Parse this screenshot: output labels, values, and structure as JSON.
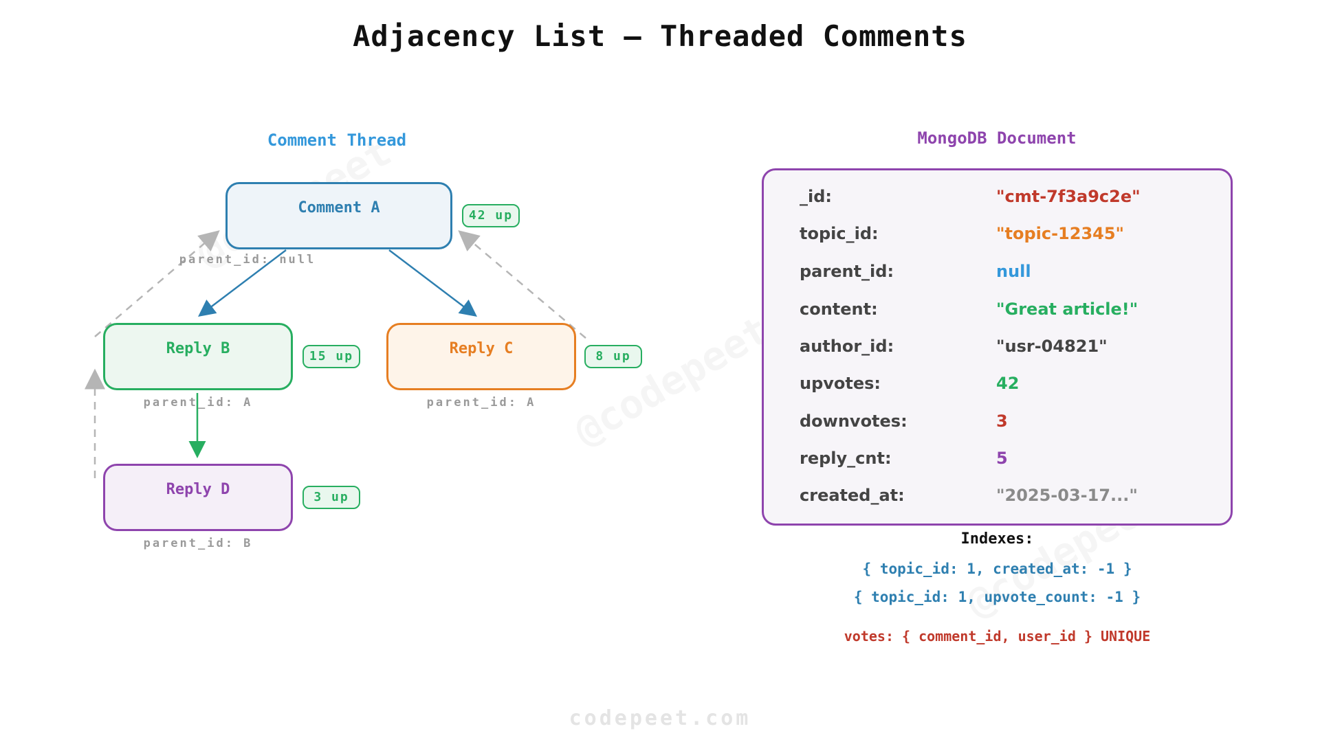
{
  "title": "Adjacency List — Threaded Comments",
  "left_section": {
    "title": "Comment Thread",
    "nodes": [
      {
        "label": "Comment A",
        "upvotes_badge": "42 up",
        "parent_label": "parent_id: null"
      },
      {
        "label": "Reply B",
        "upvotes_badge": "15 up",
        "parent_label": "parent_id: A"
      },
      {
        "label": "Reply C",
        "upvotes_badge": "8 up",
        "parent_label": "parent_id: A"
      },
      {
        "label": "Reply D",
        "upvotes_badge": "3 up",
        "parent_label": "parent_id: B"
      }
    ]
  },
  "right_section": {
    "title": "MongoDB Document",
    "fields": [
      {
        "key": "_id:",
        "value": "\"cmt-7f3a9c2e\"",
        "color": "#c0392b"
      },
      {
        "key": "topic_id:",
        "value": "\"topic-12345\"",
        "color": "#e67e22"
      },
      {
        "key": "parent_id:",
        "value": "null",
        "color": "#3498db"
      },
      {
        "key": "content:",
        "value": "\"Great article!\"",
        "color": "#27ae60"
      },
      {
        "key": "author_id:",
        "value": "\"usr-04821\"",
        "color": "#444444"
      },
      {
        "key": "upvotes:",
        "value": "42",
        "color": "#27ae60"
      },
      {
        "key": "downvotes:",
        "value": "3",
        "color": "#c0392b"
      },
      {
        "key": "reply_cnt:",
        "value": "5",
        "color": "#8e44ad"
      },
      {
        "key": "created_at:",
        "value": "\"2025-03-17...\"",
        "color": "#8a8a8a"
      }
    ],
    "indexes_label": "Indexes:",
    "indexes": [
      "{ topic_id: 1, created_at: -1 }",
      "{ topic_id: 1, upvote_count: -1 }"
    ],
    "unique_constraint": "votes: { comment_id, user_id } UNIQUE"
  },
  "watermark": "@codepeet",
  "footer": "codepeet.com",
  "colors": {
    "comment_a": "#2e7fb0",
    "reply_b": "#27ae60",
    "reply_c": "#e67e22",
    "reply_d": "#8e44ad",
    "badge": "#27ae60",
    "dashed_arrow": "#b5b5b5"
  }
}
